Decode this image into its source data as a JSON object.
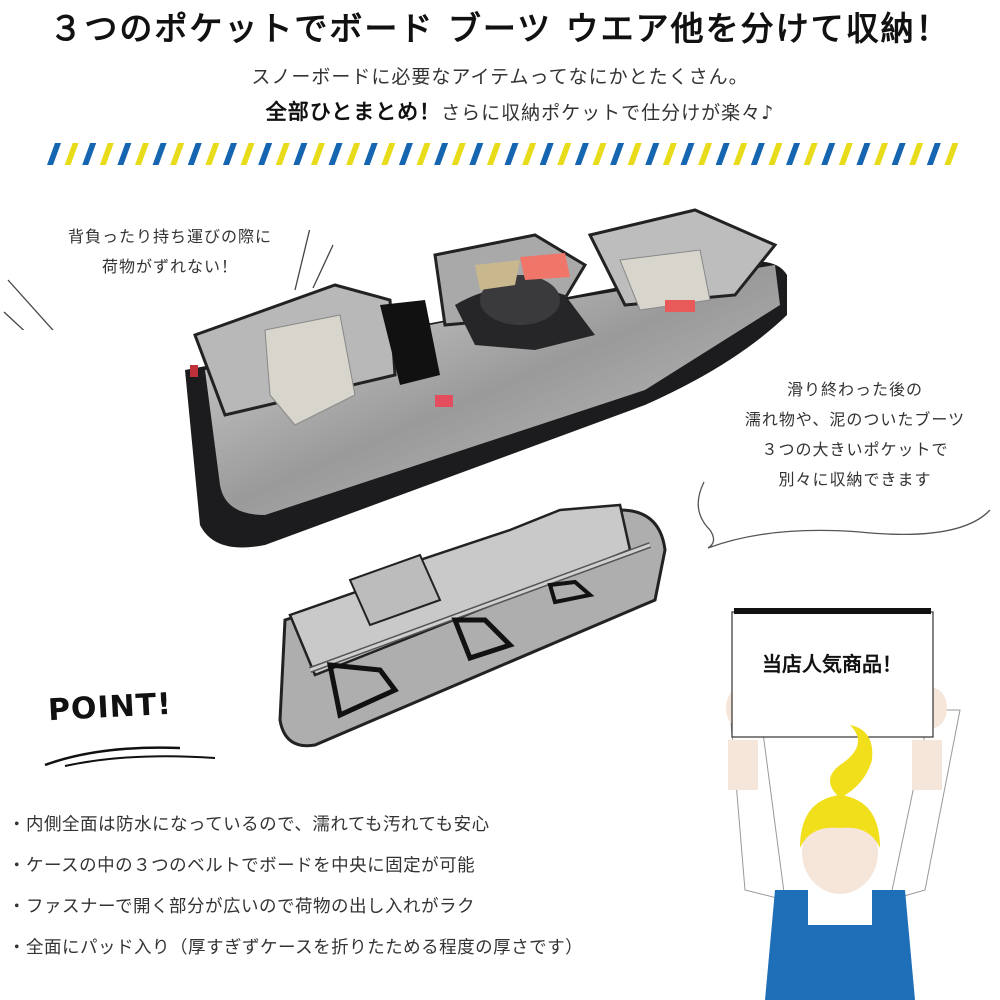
{
  "headline": "３つのポケットでボード ブーツ ウエア他を分けて収納！",
  "intro": {
    "line1": "スノーボードに必要なアイテムってなにかとたくさん。",
    "line2_bold": "全部ひとまとめ！",
    "line2_rest": "さらに収納ポケットで仕分けが楽々♪"
  },
  "colors": {
    "stripe_blue": "#1565b0",
    "stripe_yellow": "#e8dc1a",
    "hair_yellow": "#f0df1a",
    "apron_blue": "#1f6fb8",
    "skin": "#f6e6da"
  },
  "callouts": {
    "left": [
      "背負ったり持ち運びの際に",
      "荷物がずれない！"
    ],
    "right": [
      "滑り終わった後の",
      "濡れ物や、泥のついたブーツ",
      "３つの大きいポケットで",
      "別々に収納できます"
    ]
  },
  "point_label": "POINT!",
  "bullets": [
    "・内側全面は防水になっているので、濡れても汚れても安心",
    "・ケースの中の３つのベルトでボードを中央に固定が可能",
    "・ファスナーで開く部分が広いので荷物の出し入れがラク",
    "・全面にパッド入り（厚すぎずケースを折りたためる程度の厚さです）"
  ],
  "sign": {
    "text": "当店人気商品！"
  },
  "images": {
    "main_photo": "snowboard-case-packed",
    "second_photo": "snowboard-case-open-empty"
  }
}
